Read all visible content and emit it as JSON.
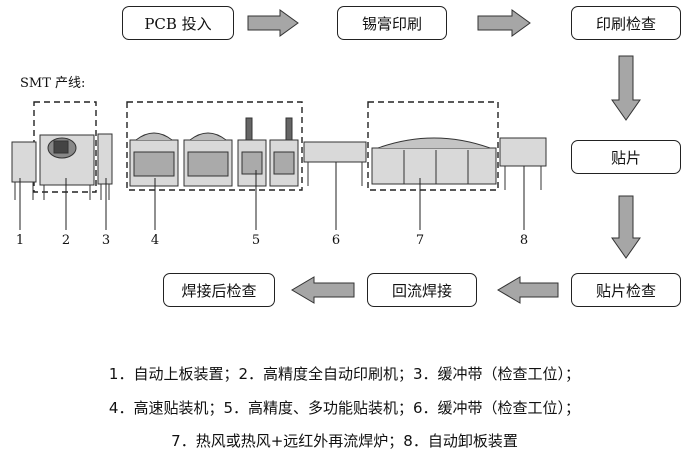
{
  "process": {
    "pcb_input": "PCB 投入",
    "solder_paste_printing": "锡膏印刷",
    "print_inspection": "印刷检查",
    "placement": "贴片",
    "placement_inspection": "贴片检查",
    "reflow_soldering": "回流焊接",
    "post_solder_inspection": "焊接后检查"
  },
  "line_label": "SMT 产线:",
  "station_numbers": [
    "1",
    "2",
    "3",
    "4",
    "5",
    "6",
    "7",
    "8"
  ],
  "legend": {
    "line1": "1．自动上板装置；2．高精度全自动印刷机；3．缓冲带（检查工位）；",
    "line2": "4．高速贴装机；5．高精度、多功能贴装机；6．缓冲带（检查工位）；",
    "line3": "7．热风或热风+远红外再流焊炉；8．自动卸板装置"
  },
  "colors": {
    "arrow_fill": "#a6a6a6",
    "machine_fill": "#d9d9d9",
    "line": "#222222"
  }
}
